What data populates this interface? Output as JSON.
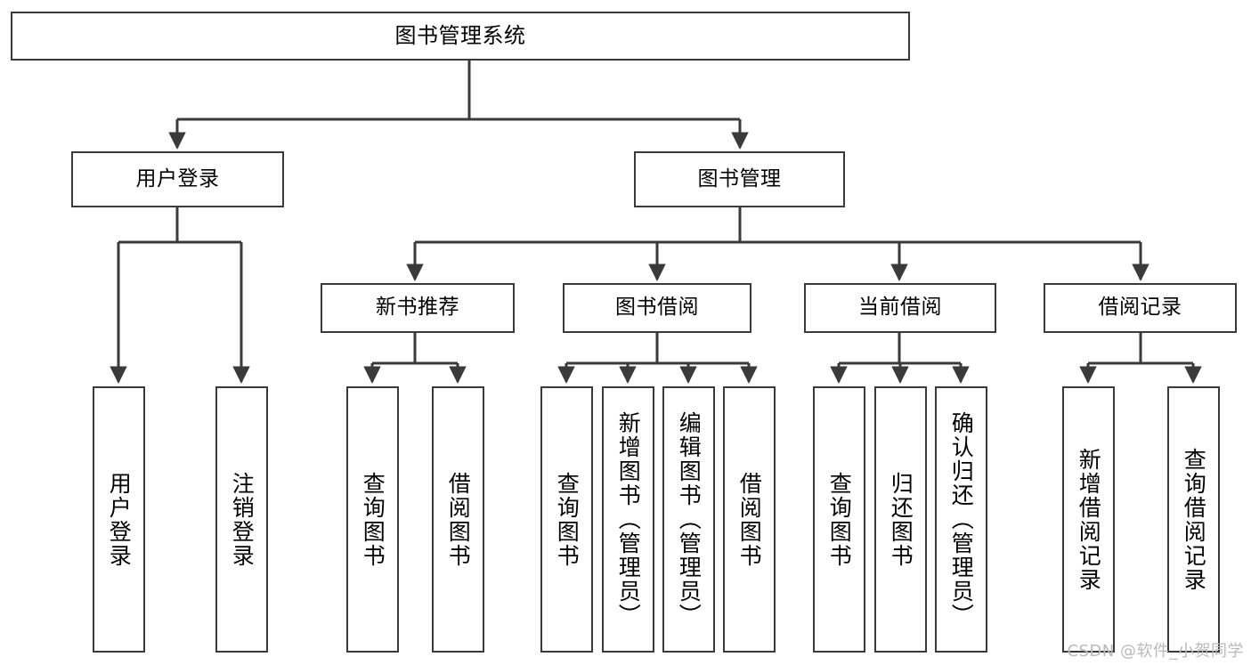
{
  "diagram": {
    "title_node": {
      "label": "图书管理系统"
    },
    "level1": [
      {
        "id": "user-login",
        "label": "用户登录"
      },
      {
        "id": "book-management",
        "label": "图书管理"
      }
    ],
    "level2": [
      {
        "id": "new-book-recommend",
        "label": "新书推荐"
      },
      {
        "id": "book-borrow",
        "label": "图书借阅"
      },
      {
        "id": "current-borrow",
        "label": "当前借阅"
      },
      {
        "id": "borrow-record",
        "label": "借阅记录"
      }
    ],
    "leaves": [
      {
        "id": "leaf-user-login",
        "label": "用户登录"
      },
      {
        "id": "leaf-logout-login",
        "label": "注销登录"
      },
      {
        "id": "leaf-query-book-1",
        "label": "查询图书"
      },
      {
        "id": "leaf-borrow-book-1",
        "label": "借阅图书"
      },
      {
        "id": "leaf-query-book-2",
        "label": "查询图书"
      },
      {
        "id": "leaf-add-book-admin",
        "label": "新增图书（管理员）"
      },
      {
        "id": "leaf-edit-book-admin",
        "label": "编辑图书（管理员）"
      },
      {
        "id": "leaf-borrow-book-2",
        "label": "借阅图书"
      },
      {
        "id": "leaf-query-book-3",
        "label": "查询图书"
      },
      {
        "id": "leaf-return-book",
        "label": "归还图书"
      },
      {
        "id": "leaf-confirm-return-admin",
        "label": "确认归还（管理员）"
      },
      {
        "id": "leaf-add-borrow-record",
        "label": "新增借阅记录"
      },
      {
        "id": "leaf-query-borrow-record",
        "label": "查询借阅记录"
      }
    ],
    "watermark": "CSDN @软件_小贺同学",
    "colors": {
      "stroke": "#3a3a3a",
      "background": "#ffffff",
      "text": "#000000",
      "watermark": "#b9b9b9"
    }
  }
}
